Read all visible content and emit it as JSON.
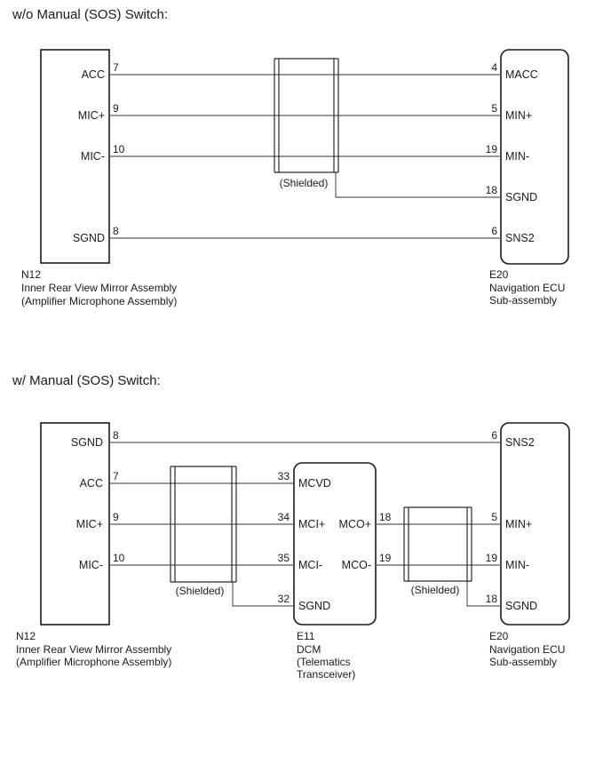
{
  "diagram1": {
    "heading": "w/o Manual (SOS) Switch:",
    "mirror": {
      "terms": [
        {
          "name": "ACC",
          "pin": "7"
        },
        {
          "name": "MIC+",
          "pin": "9"
        },
        {
          "name": "MIC-",
          "pin": "10"
        },
        {
          "name": "SGND",
          "pin": "8"
        }
      ],
      "code": "N12",
      "line1": "Inner Rear View Mirror Assembly",
      "line2": "(Amplifier Microphone Assembly)"
    },
    "nav": {
      "terms": [
        {
          "name": "MACC",
          "pin": "4"
        },
        {
          "name": "MIN+",
          "pin": "5"
        },
        {
          "name": "MIN-",
          "pin": "19"
        },
        {
          "name": "SGND",
          "pin": "18"
        },
        {
          "name": "SNS2",
          "pin": "6"
        }
      ],
      "code": "E20",
      "line1": "Navigation ECU",
      "line2": "Sub-assembly"
    },
    "shield_label": "(Shielded)"
  },
  "diagram2": {
    "heading": "w/ Manual (SOS) Switch:",
    "mirror": {
      "terms": [
        {
          "name": "SGND",
          "pin": "8"
        },
        {
          "name": "ACC",
          "pin": "7"
        },
        {
          "name": "MIC+",
          "pin": "9"
        },
        {
          "name": "MIC-",
          "pin": "10"
        }
      ],
      "code": "N12",
      "line1": "Inner Rear View Mirror Assembly",
      "line2": "(Amplifier Microphone Assembly)"
    },
    "dcm": {
      "left_terms": [
        {
          "name": "MCVD",
          "pin": "33"
        },
        {
          "name": "MCI+",
          "pin": "34"
        },
        {
          "name": "MCI-",
          "pin": "35"
        },
        {
          "name": "SGND",
          "pin": "32"
        }
      ],
      "right_terms": [
        {
          "name": "MCO+",
          "pin": "18"
        },
        {
          "name": "MCO-",
          "pin": "19"
        }
      ],
      "code": "E11",
      "line1": "DCM",
      "line2": "(Telematics",
      "line3": "Transceiver)"
    },
    "nav": {
      "terms": [
        {
          "name": "SNS2",
          "pin": "6"
        },
        {
          "name": "MIN+",
          "pin": "5"
        },
        {
          "name": "MIN-",
          "pin": "19"
        },
        {
          "name": "SGND",
          "pin": "18"
        }
      ],
      "code": "E20",
      "line1": "Navigation ECU",
      "line2": "Sub-assembly"
    },
    "shield1_label": "(Shielded)",
    "shield2_label": "(Shielded)"
  }
}
